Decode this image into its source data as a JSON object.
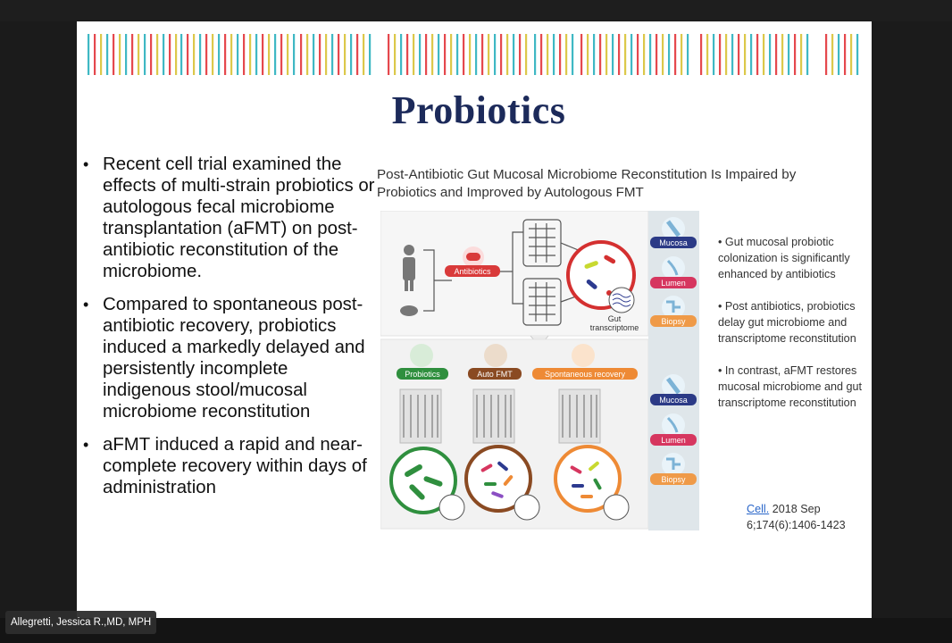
{
  "slide": {
    "title": "Probiotics",
    "bullets": [
      "Recent cell trial examined the effects of multi-strain probiotics or autologous fecal microbiome transplantation (aFMT) on post-antibiotic reconstitution of the microbiome.",
      "Compared to spontaneous post-antibiotic recovery, probiotics induced a markedly delayed and persistently incomplete indigenous stool/mucosal microbiome reconstitution",
      "aFMT induced a rapid and near-complete recovery within days of administration"
    ],
    "figure": {
      "title": "Post-Antibiotic Gut Mucosal Microbiome Reconstitution Is Impaired by Probiotics and Improved by Autologous FMT",
      "labels": {
        "antibiotics": "Antibiotics",
        "gut_transcriptome_1": "Gut",
        "gut_transcriptome_2": "transcriptome",
        "mucosa": "Mucosa",
        "lumen": "Lumen",
        "biopsy": "Biopsy",
        "probiotics": "Probiotics",
        "auto_fmt": "Auto FMT",
        "spontaneous_recovery": "Spontaneous recovery"
      }
    },
    "notes": [
      "• Gut mucosal probiotic colonization is significantly enhanced by antibiotics",
      "• Post antibiotics, probiotics delay gut microbiome and transcriptome reconstitution",
      "• In contrast, aFMT restores mucosal microbiome and gut transcriptome reconstitution"
    ],
    "citation": {
      "journal": "Cell.",
      "line1": " 2018 Sep",
      "line2": "6;174(6):1406-1423"
    }
  },
  "participant": {
    "name": "Allegretti, Jessica R.,MD, MPH"
  },
  "colors": {
    "title": "#1c2a5a",
    "stripe_teal": "#3fb8c4",
    "stripe_red": "#e5484d",
    "stripe_yellow": "#dcc84a",
    "antibiotics_red": "#d93a3a",
    "probiotics_green": "#2f8f3e",
    "autofmt_brown": "#8a4a22",
    "spontaneous_orange": "#ee8a35",
    "mucosa_navy": "#2b3a86",
    "lumen_pink": "#d6365f",
    "biopsy_orange": "#ef9a48"
  }
}
